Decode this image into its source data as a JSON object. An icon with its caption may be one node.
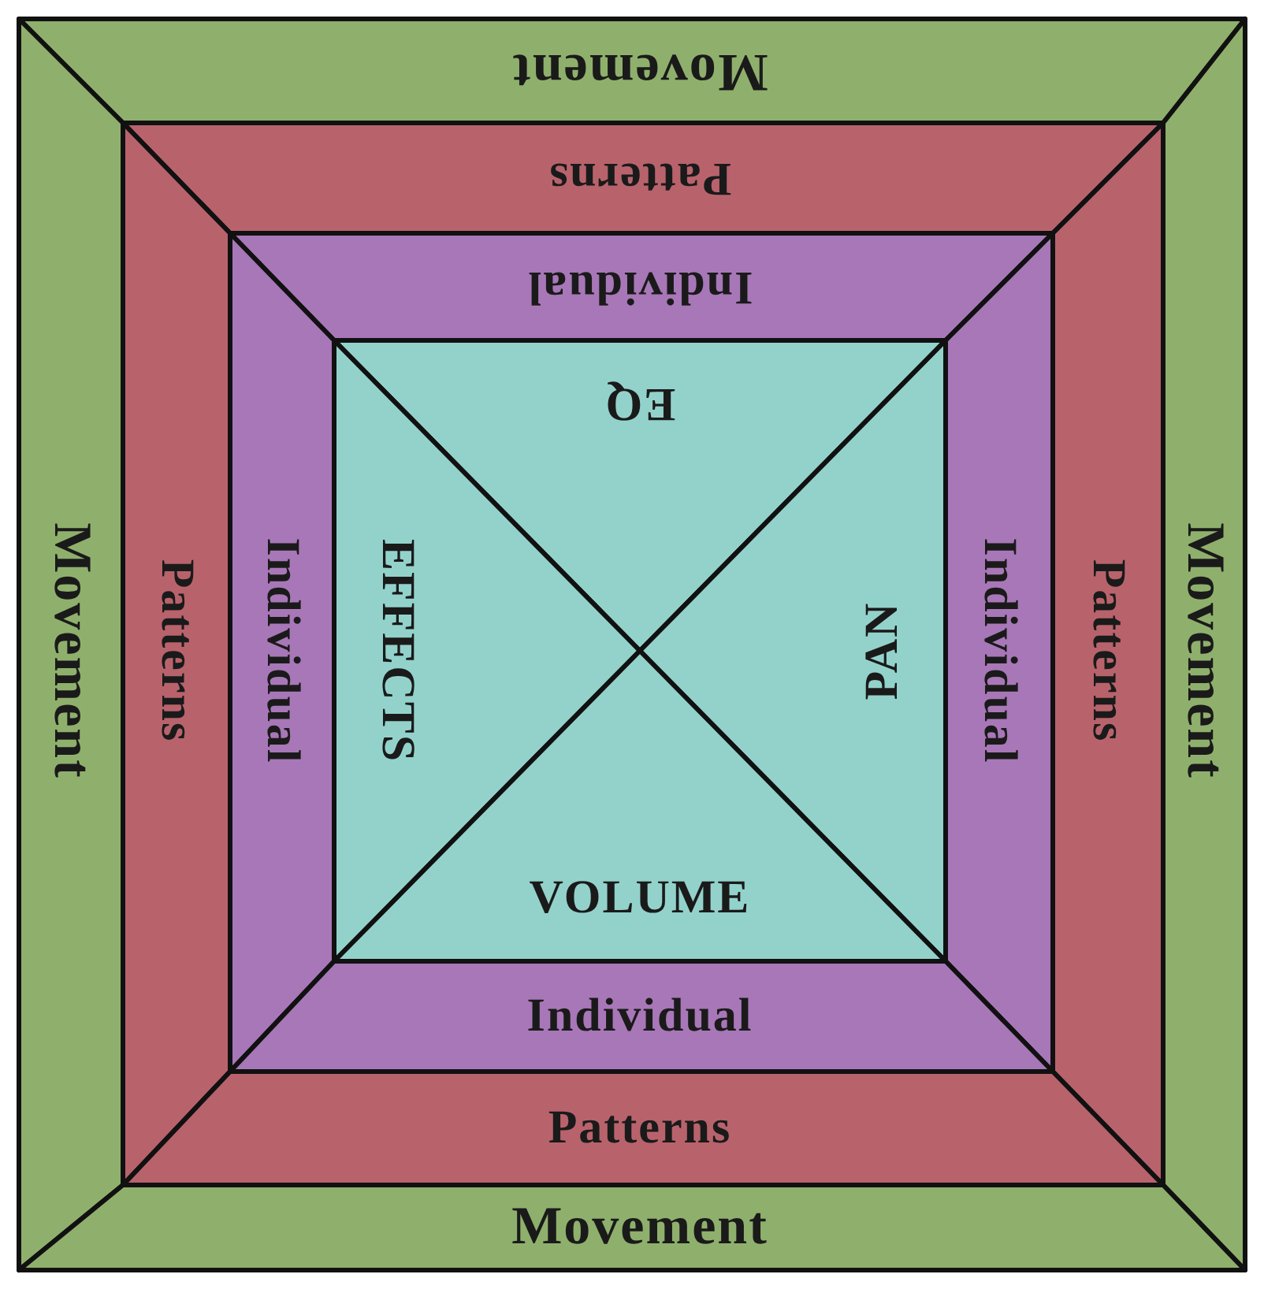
{
  "diagram": {
    "nodes": [
      {
        "text": [
          "Movement"
        ]
      },
      {
        "text": [
          "Patterns"
        ]
      },
      {
        "text": [
          "Individual"
        ]
      },
      {
        "text": [
          "EQ"
        ]
      },
      {
        "text": [
          "Movement"
        ]
      },
      {
        "text": [
          "Patterns"
        ]
      },
      {
        "text": [
          "Individual"
        ]
      },
      {
        "text": [
          "EFFECTS"
        ]
      },
      {
        "text": [
          "PAN"
        ]
      },
      {
        "text": [
          "Individual"
        ]
      },
      {
        "text": [
          "Patterns"
        ]
      },
      {
        "text": [
          "Movement"
        ]
      },
      {
        "text": [
          "VOLUME"
        ]
      },
      {
        "text": [
          "Individual"
        ]
      },
      {
        "text": [
          "Patterns"
        ]
      },
      {
        "text": [
          "Movement"
        ]
      }
    ]
  }
}
